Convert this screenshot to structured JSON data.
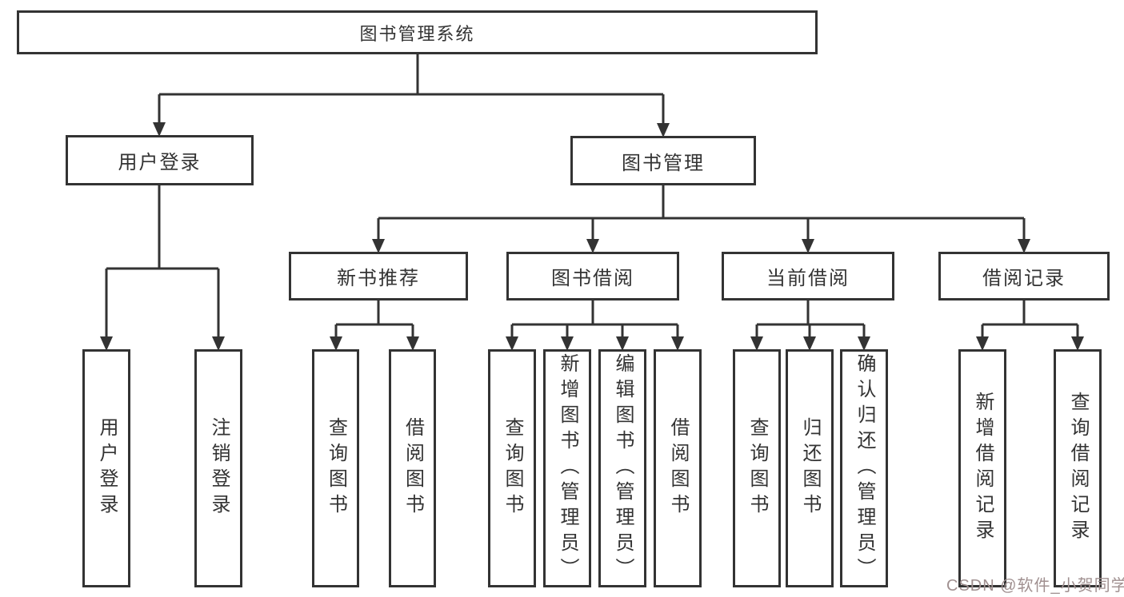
{
  "colors": {
    "line": "#333333",
    "box_border": "#333333",
    "text": "#333333",
    "watermark": "#a09090",
    "background": "#ffffff"
  },
  "watermark": "CSDN @软件_小贺同学",
  "tree": {
    "root": "图书管理系统",
    "branches": [
      {
        "label": "用户登录",
        "children": [
          "用户登录",
          "注销登录"
        ]
      },
      {
        "label": "图书管理",
        "groups": [
          {
            "label": "新书推荐",
            "children": [
              "查询图书",
              "借阅图书"
            ]
          },
          {
            "label": "图书借阅",
            "children": [
              "查询图书",
              "新增图书（管理员）",
              "编辑图书（管理员）",
              "借阅图书"
            ]
          },
          {
            "label": "当前借阅",
            "children": [
              "查询图书",
              "归还图书",
              "确认归还（管理员）"
            ]
          },
          {
            "label": "借阅记录",
            "children": [
              "新增借阅记录",
              "查询借阅记录"
            ]
          }
        ]
      }
    ]
  }
}
